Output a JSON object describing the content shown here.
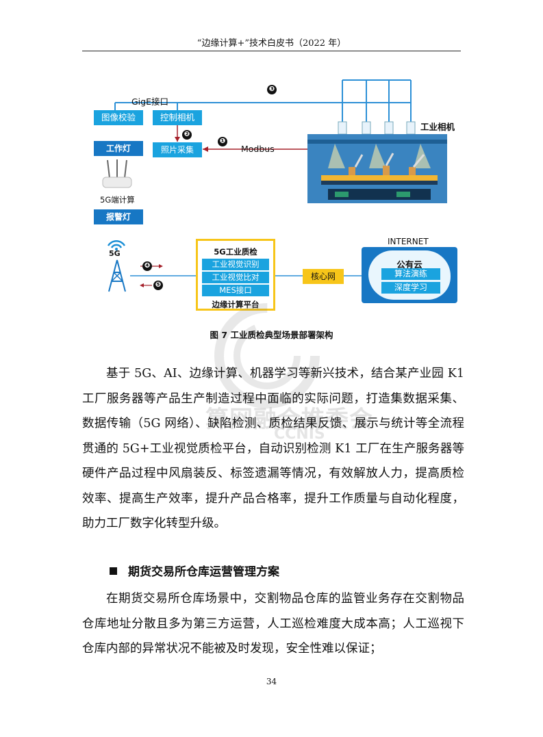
{
  "header": {
    "title": "“边缘计算+”技术白皮书（2022 年）"
  },
  "diagram": {
    "gige_label": "GigE接口",
    "image_check": "图像校验",
    "control_camera": "控制相机",
    "photo_capture": "照片采集",
    "work_light": "工作灯",
    "edge_5g": "5G端计算",
    "alarm_light": "报警灯",
    "modbus": "Modbus",
    "industrial_camera": "工业相机",
    "badges": [
      "❶",
      "❷",
      "❸",
      "❹",
      "❺"
    ],
    "signal_label": "5G",
    "platform": {
      "title": "5G工业质检",
      "items": [
        "工业视觉识别",
        "工业视觉比对",
        "MES接口"
      ],
      "footer": "边缘计算平台"
    },
    "core_network": "核心网",
    "internet_label": "INTERNET",
    "cloud": {
      "title": "公有云",
      "items": [
        "算法演练",
        "深度学习"
      ]
    }
  },
  "caption": "图 7 工业质检典型场景部署架构",
  "paragraph1": "基于 5G、AI、边缘计算、机器学习等新兴技术，结合某产业园 K1 工厂服务器等产品生产制造过程中面临的实际问题，打造集数据采集、数据传输（5G 网络）、缺陷检测、质检结果反馈、展示与统计等全流程贯通的 5G+工业视觉质检平台，自动识别检测 K1 工厂在生产服务器等硬件产品过程中风扇装反、标签遗漏等情况，有效解放人力，提高质检效率、提高生产效率，提升产品合格率，提升工作质量与自动化程度，助力工厂数字化转型升级。",
  "section_title": "期货交易所仓库运营管理方案",
  "paragraph2": "在期货交易所仓库场景中，交割物品仓库的监管业务存在交割物品仓库地址分散且多为第三方运营，人工巡检难度大成本高；人工巡视下仓库内部的异常状况不能被及时发现，安全性难以保证；",
  "watermark": {
    "text": "算网融合推委会",
    "sub": "CCNIS"
  },
  "page_number": "34",
  "colors": {
    "box_blue": "#1aa3df",
    "box_dark": "#1777c4",
    "accent_yellow": "#f7c519",
    "arrow_red": "#a5202a",
    "line_blue": "#2b8fd6"
  }
}
